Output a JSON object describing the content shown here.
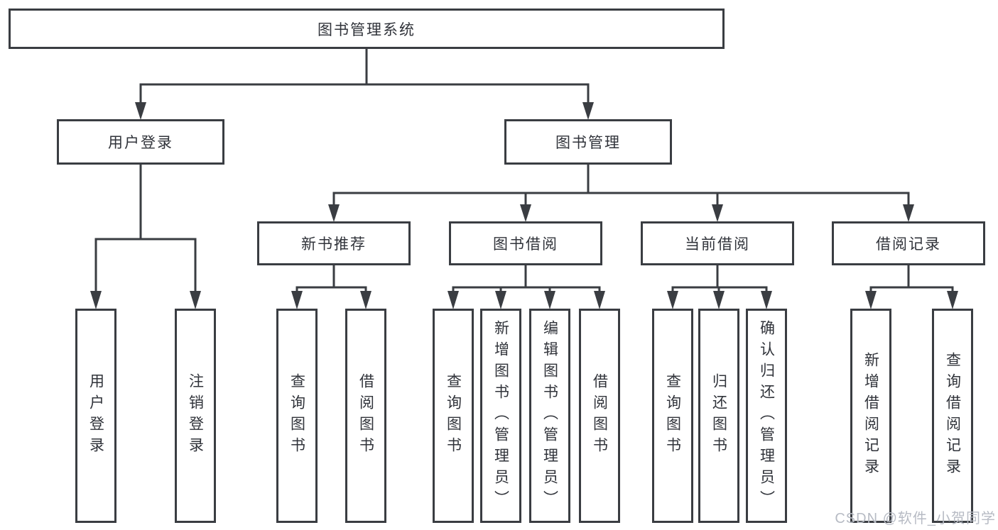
{
  "tree": {
    "root": "图书管理系统",
    "branches": [
      {
        "label": "用户登录",
        "children": [
          "用户登录",
          "注销登录"
        ]
      },
      {
        "label": "图书管理",
        "sections": [
          {
            "label": "新书推荐",
            "children": [
              "查询图书",
              "借阅图书"
            ]
          },
          {
            "label": "图书借阅",
            "children": [
              "查询图书",
              "新增图书（管理员）",
              "编辑图书（管理员）",
              "借阅图书"
            ]
          },
          {
            "label": "当前借阅",
            "children": [
              "查询图书",
              "归还图书",
              "确认归还（管理员）"
            ]
          },
          {
            "label": "借阅记录",
            "children": [
              "新增借阅记录",
              "查询借阅记录"
            ]
          }
        ]
      }
    ]
  },
  "colors": {
    "line": "#3a3d42",
    "text": "#30333a",
    "watermark": "#b7bbc4",
    "background": "#ffffff"
  },
  "watermark": "CSDN @软件_小贺同学"
}
